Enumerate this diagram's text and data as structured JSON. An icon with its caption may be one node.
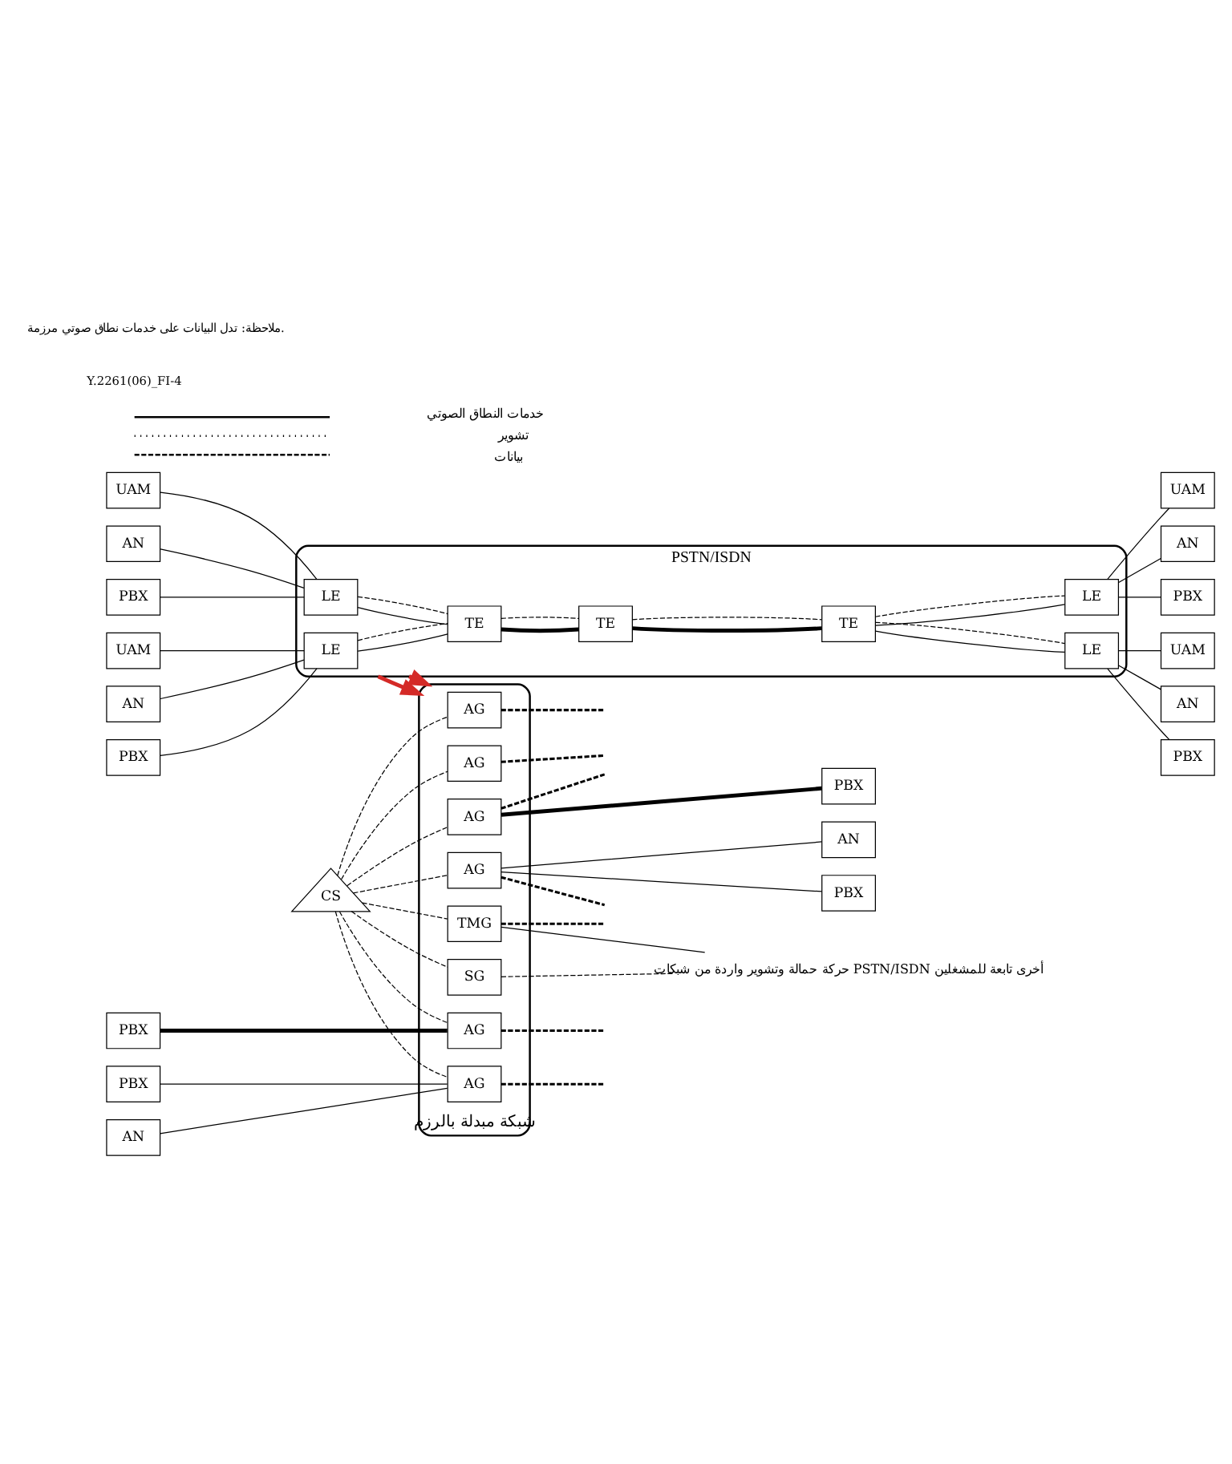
{
  "diagram": {
    "nodes": [
      {
        "text": [
          "UAM"
        ]
      },
      {
        "text": [
          "AN"
        ]
      },
      {
        "text": [
          "PBX"
        ]
      },
      {
        "text": [
          "PSTN/ISDN"
        ]
      },
      {
        "text": [
          "LE"
        ],
        "in": 3
      },
      {
        "text": [
          "LE"
        ],
        "in": 3
      },
      {
        "text": [
          "UAM"
        ]
      },
      {
        "text": [
          "AN"
        ]
      },
      {
        "text": [
          "PBX"
        ]
      },
      {
        "text": [
          "TE"
        ],
        "in": 3
      },
      {
        "text": [
          "TE"
        ],
        "in": 3
      },
      {
        "text": [
          "TE"
        ],
        "in": 3
      },
      {
        "text": [
          "UAM"
        ]
      },
      {
        "text": [
          "AN"
        ]
      },
      {
        "text": [
          "PBX"
        ]
      },
      {
        "text": [
          "LE"
        ],
        "in": 3
      },
      {
        "text": [
          "LE"
        ],
        "in": 3
      },
      {
        "text": [
          "UAM"
        ]
      },
      {
        "text": [
          "AN"
        ]
      },
      {
        "text": [
          "PBX"
        ]
      },
      {
        "text": [
          "CS"
        ]
      },
      {
        "text": [
          "شبكة مبدلة بالرزم"
        ]
      },
      {
        "text": [
          "AG"
        ],
        "in": 21
      },
      {
        "text": [
          "AG"
        ],
        "in": 21
      },
      {
        "text": [
          "PBX"
        ]
      },
      {
        "text": [
          "AG"
        ],
        "in": 21
      },
      {
        "text": [
          "AG"
        ],
        "in": 21
      },
      {
        "text": [
          "PBX"
        ]
      },
      {
        "text": [
          "AN"
        ]
      },
      {
        "text": [
          "AG"
        ],
        "in": 21
      },
      {
        "text": [
          "AG"
        ],
        "in": 21
      },
      {
        "text": [
          "AN"
        ]
      },
      {
        "text": [
          "PBX"
        ]
      },
      {
        "text": [
          "PBX"
        ]
      },
      {
        "text": [
          "TMG"
        ],
        "in": 21
      },
      {
        "text": [
          "SG"
        ],
        "in": 21
      },
      {
        "text": [
          "حركة حمالة وتشوير واردة من شبكات PSTN/ISDN أخرى تابعة للمشغلين"
        ]
      }
    ],
    "edges": [
      {
        "from": 0,
        "to": 4,
        "arrow": "none"
      },
      {
        "from": 1,
        "to": 4,
        "arrow": "none"
      },
      {
        "from": 2,
        "to": 4,
        "arrow": "none"
      },
      {
        "from": 5,
        "to": 6,
        "arrow": "none"
      },
      {
        "from": 5,
        "to": 7,
        "arrow": "none"
      },
      {
        "from": 5,
        "to": 8,
        "arrow": "none"
      },
      {
        "from": 12,
        "to": 15,
        "arrow": "none"
      },
      {
        "from": 13,
        "to": 15,
        "arrow": "none"
      },
      {
        "from": 14,
        "to": 15,
        "arrow": "none"
      },
      {
        "from": 16,
        "to": 17,
        "arrow": "none"
      },
      {
        "from": 16,
        "to": 18,
        "arrow": "none"
      },
      {
        "from": 16,
        "to": 19,
        "arrow": "none"
      },
      {
        "from": 4,
        "to": 9,
        "arrow": "none"
      },
      {
        "from": 4,
        "to": 9,
        "arrow": "none",
        "style": "dashed"
      },
      {
        "from": 15,
        "to": 9,
        "arrow": "none"
      },
      {
        "from": 15,
        "to": 9,
        "arrow": "none",
        "style": "dashed"
      },
      {
        "from": 9,
        "to": 10,
        "arrow": "none",
        "style": "thick"
      },
      {
        "from": 9,
        "to": 10,
        "arrow": "none",
        "style": "dashed"
      },
      {
        "from": 10,
        "to": 11,
        "arrow": "none",
        "style": "thick"
      },
      {
        "from": 10,
        "to": 11,
        "arrow": "none",
        "style": "dashed"
      },
      {
        "from": 11,
        "to": 5,
        "arrow": "none"
      },
      {
        "from": 11,
        "to": 5,
        "arrow": "none",
        "style": "dashed"
      },
      {
        "from": 11,
        "to": 16,
        "arrow": "none"
      },
      {
        "from": 11,
        "to": 16,
        "arrow": "none",
        "style": "dashed"
      },
      {
        "from": 3,
        "to": 21,
        "arrow": "to",
        "style": "thick",
        "color": "#d42a27"
      },
      {
        "from": 3,
        "to": 21,
        "arrow": "to",
        "style": "thick",
        "color": "#d42a27"
      },
      {
        "from": 20,
        "to": 22,
        "arrow": "none",
        "style": "dashed"
      },
      {
        "from": 20,
        "to": 23,
        "arrow": "none",
        "style": "dashed"
      },
      {
        "from": 20,
        "to": 25,
        "arrow": "none",
        "style": "dashed"
      },
      {
        "from": 20,
        "to": 26,
        "arrow": "none",
        "style": "dashed"
      },
      {
        "from": 20,
        "to": 29,
        "arrow": "none",
        "style": "dashed"
      },
      {
        "from": 20,
        "to": 30,
        "arrow": "none",
        "style": "dashed"
      },
      {
        "from": 20,
        "to": 34,
        "arrow": "none",
        "style": "dashed"
      },
      {
        "from": 20,
        "to": 35,
        "arrow": "none",
        "style": "dashed"
      },
      {
        "from": 22,
        "to": null,
        "arrow": "none",
        "style": "dashed"
      },
      {
        "from": 23,
        "to": null,
        "arrow": "none",
        "style": "dashed"
      },
      {
        "from": 25,
        "to": null,
        "arrow": "none",
        "style": "dashed"
      },
      {
        "from": 26,
        "to": null,
        "arrow": "none",
        "style": "dashed"
      },
      {
        "from": 29,
        "to": null,
        "arrow": "none",
        "style": "dashed"
      },
      {
        "from": 30,
        "to": null,
        "arrow": "none",
        "style": "dashed"
      },
      {
        "from": 34,
        "to": null,
        "arrow": "none",
        "style": "dashed"
      },
      {
        "from": 24,
        "to": 25,
        "arrow": "none",
        "style": "thick"
      },
      {
        "from": 26,
        "to": 27,
        "arrow": "none",
        "style": "thick"
      },
      {
        "from": 28,
        "to": 29,
        "arrow": "none"
      },
      {
        "from": 32,
        "to": 29,
        "arrow": "none"
      },
      {
        "from": 30,
        "to": 31,
        "arrow": "none"
      },
      {
        "from": 30,
        "to": 33,
        "arrow": "none"
      },
      {
        "from": 34,
        "to": 36,
        "arrow": "none"
      },
      {
        "from": 35,
        "to": 36,
        "arrow": "none",
        "style": "dashed"
      }
    ],
    "labels": [
      "Y.2261(06)_FI-4",
      "ملاحظة: تدل البيانات على خدمات نطاق صوتي مرزمة."
    ],
    "legend": [
      {
        "text": "خدمات النطاق الصوتي"
      },
      {
        "text": "تشوير"
      },
      {
        "text": "بيانات"
      }
    ]
  }
}
